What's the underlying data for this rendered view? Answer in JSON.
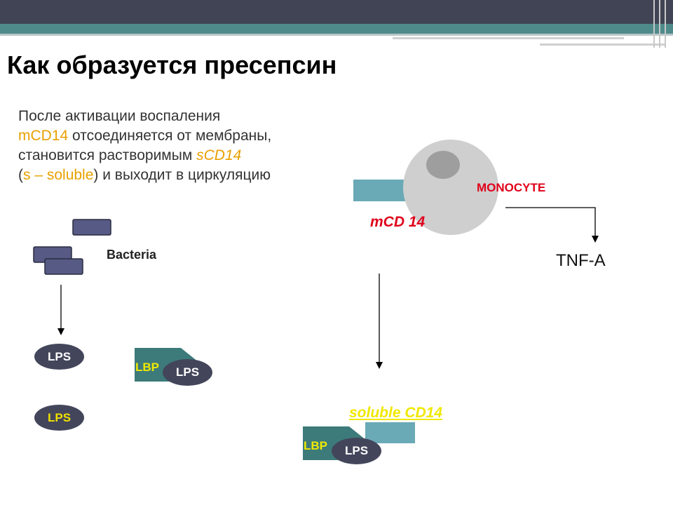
{
  "slide": {
    "title": "Как образуется пресепсин",
    "description": {
      "line1": "После активации воспаления",
      "line2_hl": "mCD14",
      "line2_rest": " отсоединяется от мембраны,",
      "line3_start": "становится растворимым ",
      "line3_hl": "sCD14",
      "line4_open": "(",
      "line4_hl": "s – soluble",
      "line4_rest": ") и выходит в циркуляцию"
    }
  },
  "diagram": {
    "bacteria_label": "Bacteria",
    "monocyte_label": "MONOCYTE",
    "mcd14_label": "mCD 14",
    "tnf_label": "TNF-A",
    "scd14_label": "soluble CD14",
    "lps_1": "LPS",
    "lps_2": "LPS",
    "lps_3": "LPS",
    "lps_4": "LPS",
    "lbp_1": "LBP",
    "lbp_2": "LBP"
  },
  "colors": {
    "header_dark": "#414454",
    "header_teal": "#4f8a8b",
    "cell": "#cfcfcf",
    "nucleus": "#9e9e9e",
    "receptor": "#6aaab6",
    "lbp_shape": "#3d7b7a",
    "bacteria": "#565a84",
    "lps": "#43465b",
    "accent_red": "#e0001a",
    "accent_orange": "#e8a000",
    "accent_yellow": "#f0e800"
  }
}
